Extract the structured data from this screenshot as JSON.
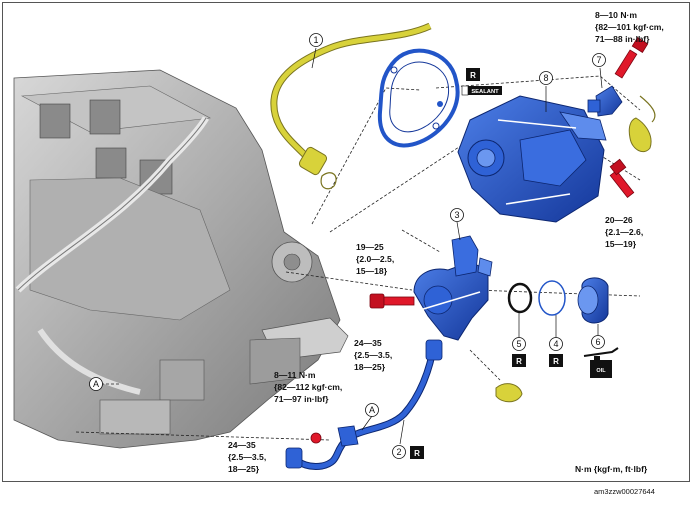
{
  "callouts": [
    "1",
    "2",
    "3",
    "4",
    "5",
    "6",
    "7",
    "8"
  ],
  "ref_letter": "A",
  "replace_badge": "R",
  "sealant_label": "SEALANT",
  "oil_label": "OIL",
  "torques": {
    "t7": [
      "8—10 N·m",
      "{82—101 kgf·cm,",
      "71—88 in·lbf}"
    ],
    "t8": [
      "20—26",
      "{2.1—2.6,",
      "15—19}"
    ],
    "t3": [
      "19—25",
      "{2.0—2.5,",
      "15—18}"
    ],
    "tconn": [
      "24—35",
      "{2.5—3.5,",
      "18—25}"
    ],
    "t2a": [
      "8—11 N·m",
      "{82—112 kgf·cm,",
      "71—97 in·lbf}"
    ],
    "t2b": [
      "24—35",
      "{2.5—3.5,",
      "18—25}"
    ]
  },
  "units": "N·m {kgf·m, ft·lbf}",
  "figure_id": "am3zzw00027644",
  "colors": {
    "part_blue": "#2255c8",
    "bolt_red": "#e0182a",
    "hose_yellow": "#d8d23a",
    "engine_gray": "#9a9a9a"
  }
}
